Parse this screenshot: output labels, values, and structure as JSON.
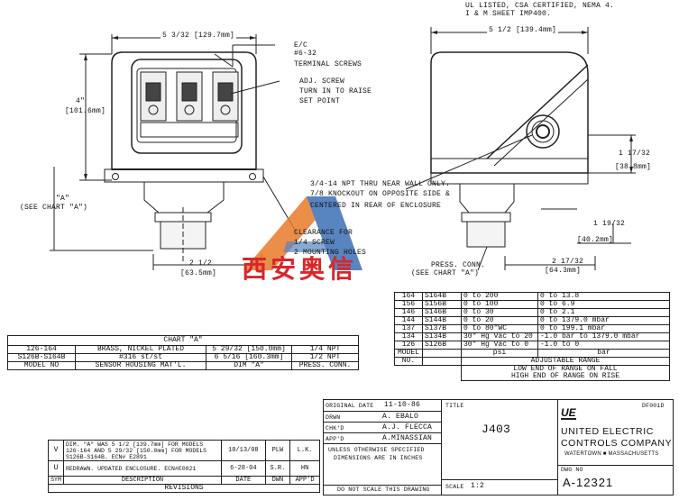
{
  "header_note": [
    "UL LISTED, CSA CERTIFIED, NEMA 4.",
    "I & M SHEET IMP400."
  ],
  "left_view": {
    "top_dim": "5 3/32 [129.7mm]",
    "height_dim": "4\"",
    "height_mm": "[101.6mm]",
    "dim_a": "\"A\"",
    "see_chart": "(SEE CHART \"A\")",
    "terminal": [
      "E/C",
      "#6-32",
      "TERMINAL SCREWS"
    ],
    "adj_screw": [
      "ADJ. SCREW",
      "TURN IN TO RAISE",
      "SET POINT"
    ],
    "clearance": [
      "CLEARANCE FOR",
      "1/4 SCREW",
      "2 MOUNTING HOLES"
    ],
    "bottom_dim": "2 1/2",
    "bottom_mm": "[63.5mm]"
  },
  "right_view": {
    "top_dim": "5 1/2 [139.4mm]",
    "knockout": [
      "3/4-14 NPT THRU NEAR WALL ONLY.",
      "7/8 KNOCKOUT ON OPPOSITE SIDE &",
      "CENTERED IN REAR OF ENCLOSURE"
    ],
    "dim_right": "1 17/32",
    "dim_right_mm": "[38.8mm]",
    "dim_right2": "1 19/32",
    "dim_right2_mm": "[40.2mm]",
    "press_conn": [
      "PRESS. CONN.",
      "(SEE CHART \"A\")"
    ],
    "bottom_dim": "2 17/32",
    "bottom_mm": "[64.3mm]"
  },
  "watermark": "西安奥信",
  "range_table": {
    "rows": [
      [
        "164",
        "S164B",
        "0 to 200",
        "0 to 13.8"
      ],
      [
        "156",
        "S156B",
        "0 to 100",
        "0 to 6.9"
      ],
      [
        "146",
        "S146B",
        "0 to 30",
        "0 to 2.1"
      ],
      [
        "144",
        "S144B",
        "0 to 20",
        "0 to 1379.0 mbar"
      ],
      [
        "137",
        "S137B",
        "0 to 80\"WC",
        "0 to 199.1 mbar"
      ],
      [
        "134",
        "S134B",
        "30\" Hg Vac to 20",
        "-1.0 bar to 1379.0 mbar"
      ],
      [
        "126",
        "S126B",
        "30\" Hg Vac to 0",
        "-1.0 to 0"
      ]
    ],
    "h1": [
      "MODEL",
      "",
      "psi",
      "bar"
    ],
    "h2": [
      "NO.",
      "",
      "ADJUSTABLE RANGE"
    ],
    "notes": [
      "LOW END OF RANGE ON FALL",
      "HIGH END OF RANGE ON RISE"
    ]
  },
  "chart_a": {
    "title": "CHART \"A\"",
    "rows": [
      [
        "126-164",
        "BRASS, NICKEL PLATED",
        "5 29/32 [150.0mm]",
        "1/4 NPT"
      ],
      [
        "S126B-S164B",
        "#316 st/st",
        "6 5/16 [160.3mm]",
        "1/2 NPT"
      ]
    ],
    "headers": [
      "MODEL NO",
      "SENSOR HOUSING MAT'L.",
      "DIM \"A\"",
      "PRESS. CONN."
    ]
  },
  "revisions": {
    "rows": [
      [
        "V",
        "DIM. \"A\" WAS 5 1/2 [139.7mm] FOR MODELS 126-164 AND 5 29/32 [150.0mm] FOR MODELS S126B-S164B. ECN# E2891",
        "10/13/08",
        "PLW",
        "L.K."
      ],
      [
        "U",
        "REDRAWN. UPDATED ENCLOSURE. ECN#E0821",
        "6-28-04",
        "S.R.",
        "HN"
      ]
    ],
    "headers": [
      "SYM",
      "DESCRIPTION",
      "DATE",
      "DWN",
      "APP'D"
    ],
    "title": "REVISIONS"
  },
  "title_block": {
    "orig_label": "ORIGINAL DATE",
    "orig_date": "11-10-86",
    "drwn_label": "DRWN",
    "drwn": "A. EBALO",
    "chkd_label": "CHK'D",
    "chkd": "A.J. FLECCA",
    "appd_label": "APP'D",
    "appd": "A.MINASSIAN",
    "unless": [
      "UNLESS OTHERWISE SPECIFIED",
      "DIMENSIONS ARE IN INCHES"
    ],
    "noscale": "DO NOT SCALE THIS DRAWING",
    "title_label": "TITLE",
    "title": "J403",
    "scale_label": "SCALE",
    "scale": "1:2",
    "ref": "DF001D",
    "logo": "UE",
    "company": [
      "UNITED ELECTRIC",
      "CONTROLS COMPANY"
    ],
    "location": "WATERTOWN ■ MASSACHUSETTS",
    "dwg_label": "DWG NO",
    "dwg": "A-12321"
  }
}
